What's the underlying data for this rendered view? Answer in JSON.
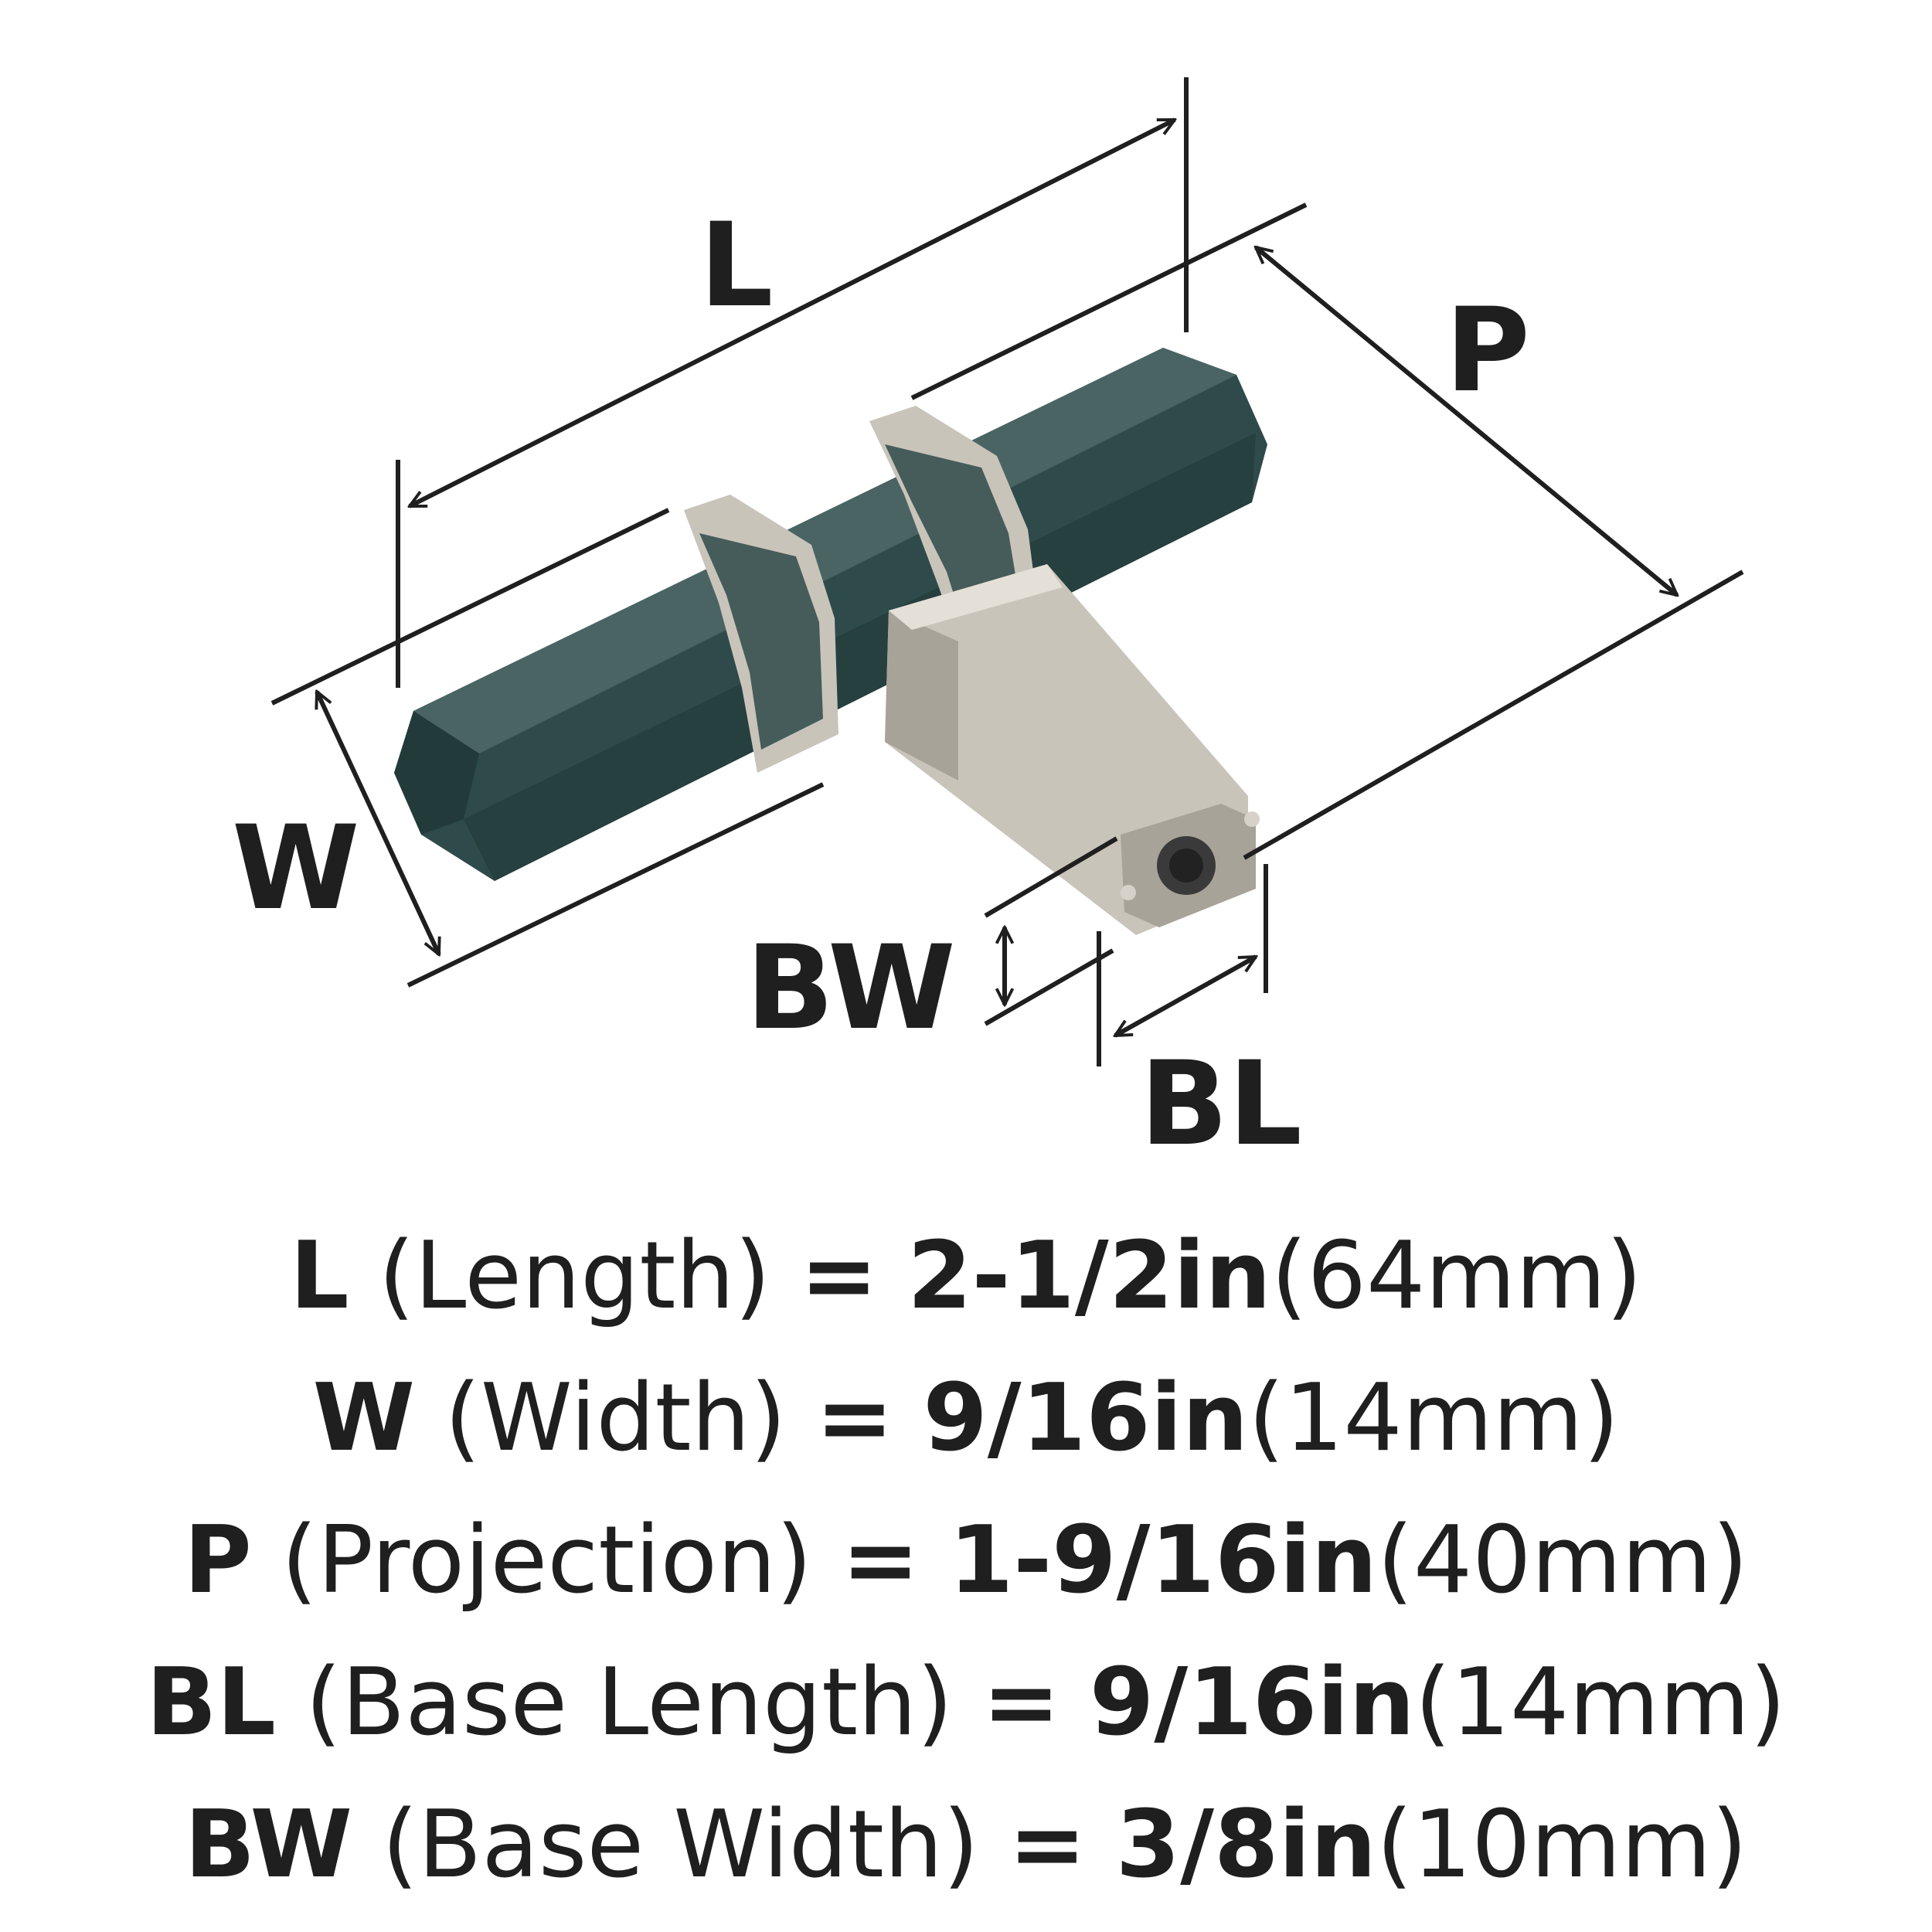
{
  "diagram": {
    "labels": {
      "length": "L",
      "width": "W",
      "projection": "P",
      "base_width": "BW",
      "base_length": "BL"
    },
    "colors": {
      "line": "#1f1f1f",
      "knob_body": "#2f4a4a",
      "knob_body_dark": "#233a3a",
      "knob_body_light": "#4a6464",
      "metal": "#c9c4ba",
      "metal_dark": "#a8a398",
      "metal_light": "#e4e0d7"
    }
  },
  "specs": [
    {
      "abbr": "L",
      "desc": "(Length)",
      "eq": "=",
      "imperial": "2-1/2in",
      "metric": "(64mm)"
    },
    {
      "abbr": "W",
      "desc": "(Width)",
      "eq": "=",
      "imperial": "9/16in",
      "metric": "(14mm)"
    },
    {
      "abbr": "P",
      "desc": "(Projection)",
      "eq": "=",
      "imperial": "1-9/16in",
      "metric": "(40mm)"
    },
    {
      "abbr": "BL",
      "desc": "(Base Length)",
      "eq": "=",
      "imperial": "9/16in",
      "metric": "(14mm)"
    },
    {
      "abbr": "BW",
      "desc": "(Base Width)",
      "eq": "=",
      "imperial": "3/8in",
      "metric": "(10mm)"
    }
  ]
}
